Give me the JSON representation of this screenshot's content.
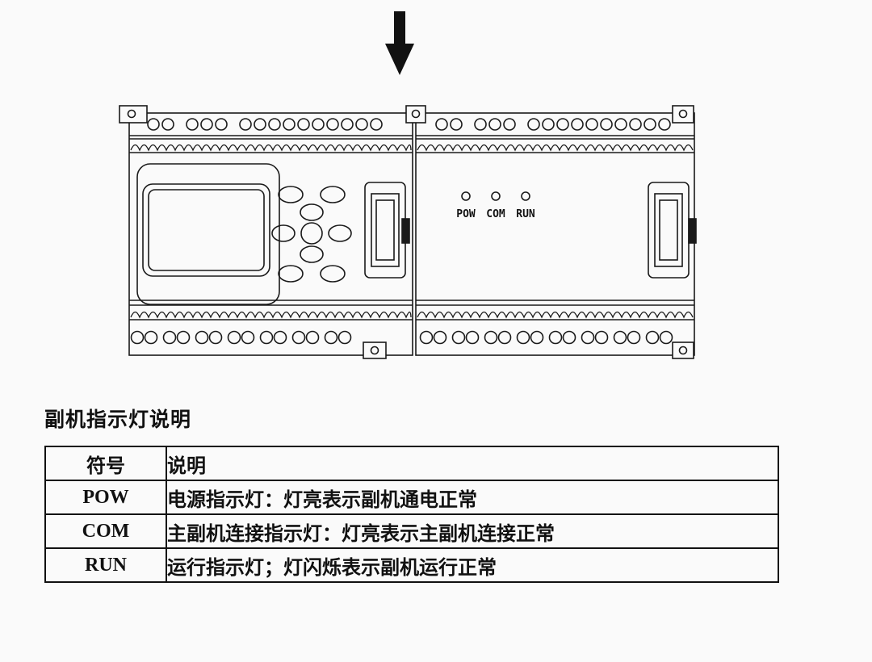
{
  "page": {
    "background": "#fafafa",
    "line_color": "#1a1a1a"
  },
  "diagram": {
    "description": "two-module PLC controller line drawing with insertion arrow",
    "arrow": "down-arrow",
    "leds": [
      {
        "name": "pow-led",
        "label": "POW"
      },
      {
        "name": "com-led",
        "label": "COM"
      },
      {
        "name": "run-led",
        "label": "RUN"
      }
    ]
  },
  "section": {
    "title": "副机指示灯说明"
  },
  "table": {
    "headers": [
      "符号",
      "说明"
    ],
    "rows": [
      {
        "symbol": "POW",
        "description": "电源指示灯：灯亮表示副机通电正常"
      },
      {
        "symbol": "COM",
        "description": "主副机连接指示灯：灯亮表示主副机连接正常"
      },
      {
        "symbol": "RUN",
        "description": "运行指示灯；灯闪烁表示副机运行正常"
      }
    ]
  }
}
